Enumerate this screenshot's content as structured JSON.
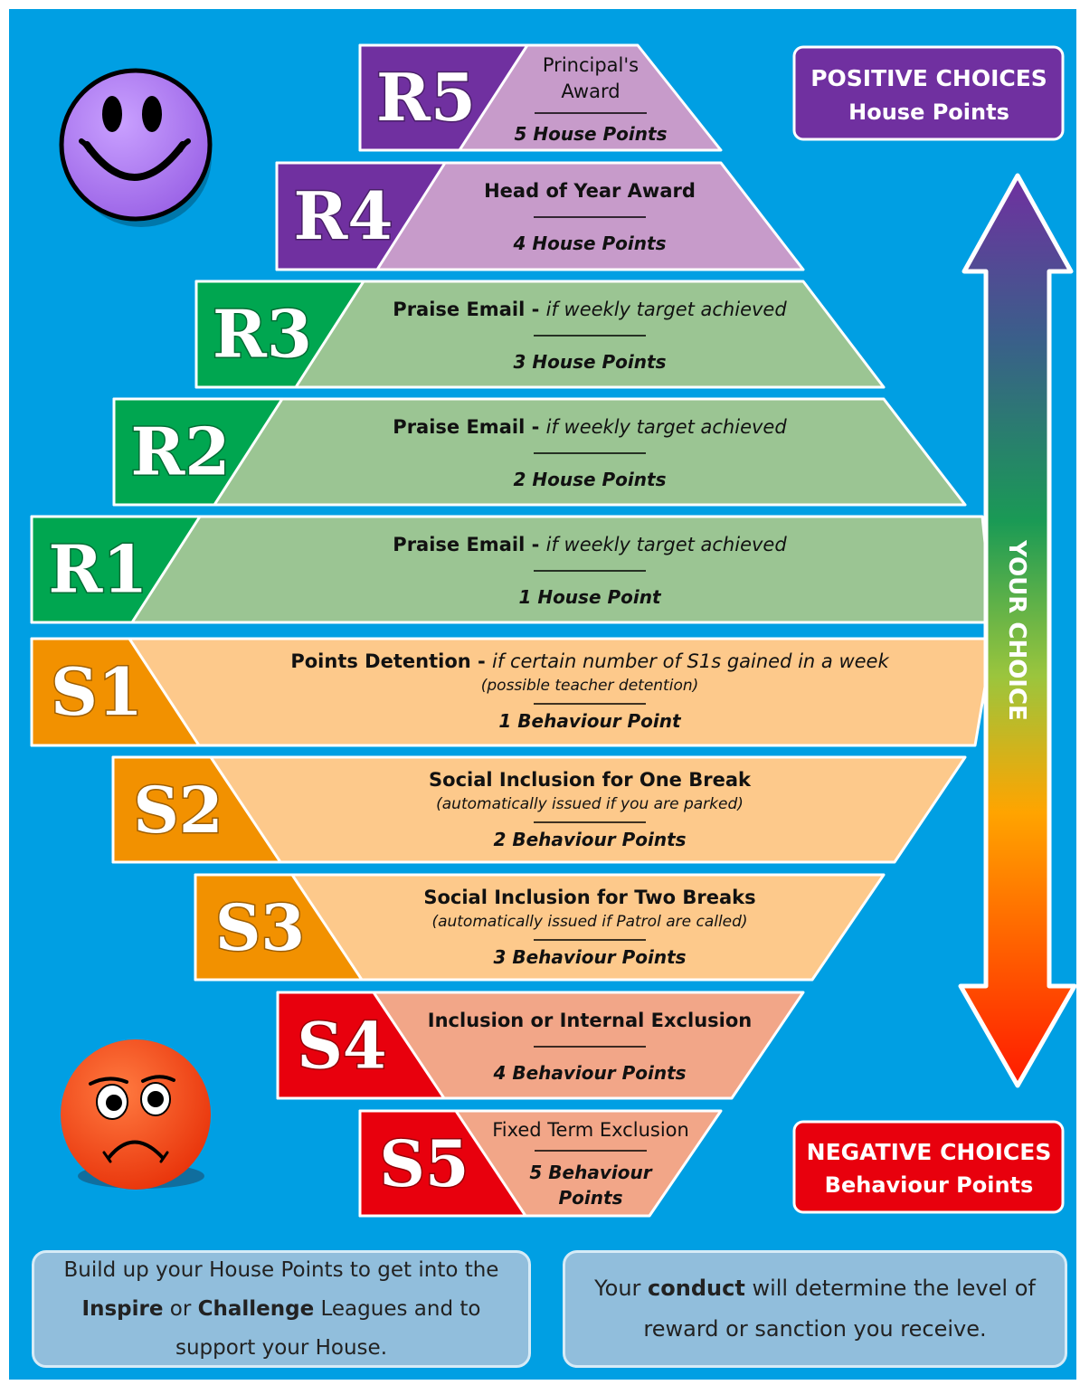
{
  "colors": {
    "background": "#009fe3",
    "reward_high": "#7030a0",
    "reward_high_fill": "#c79bca",
    "reward_low": "#00a650",
    "reward_low_fill": "#9bc593",
    "sanction_low": "#f29100",
    "sanction_low_fill": "#fdc98b",
    "sanction_high": "#e8000d",
    "sanction_high_fill": "#f2a688"
  },
  "badges": {
    "positive": {
      "line1": "POSITIVE CHOICES",
      "line2": "House Points"
    },
    "negative": {
      "line1": "NEGATIVE CHOICES",
      "line2": "Behaviour Points"
    }
  },
  "arrow_label": "YOUR CHOICE",
  "levels": [
    {
      "code": "R5",
      "title_lines": [
        "Principal's",
        "Award"
      ],
      "points": "5 House Points"
    },
    {
      "code": "R4",
      "title": "Head of Year Award",
      "points": "4 House Points"
    },
    {
      "code": "R3",
      "title": "Praise Email",
      "condition": "if weekly target achieved",
      "points": "3 House Points"
    },
    {
      "code": "R2",
      "title": "Praise Email",
      "condition": "if weekly target achieved",
      "points": "2 House Points"
    },
    {
      "code": "R1",
      "title": "Praise Email",
      "condition": "if weekly target achieved",
      "points": "1 House Point"
    },
    {
      "code": "S1",
      "title": "Points Detention",
      "condition": "if certain number of S1s gained in a week",
      "subtitle": "(possible teacher detention)",
      "points": "1 Behaviour Point"
    },
    {
      "code": "S2",
      "title": "Social Inclusion for One Break",
      "subtitle": "(automatically issued if you are parked)",
      "points": "2 Behaviour Points"
    },
    {
      "code": "S3",
      "title": "Social Inclusion for Two Breaks",
      "subtitle": "(automatically issued if Patrol are called)",
      "points": "3 Behaviour Points"
    },
    {
      "code": "S4",
      "title": "Inclusion or Internal Exclusion",
      "points": "4 Behaviour Points"
    },
    {
      "code": "S5",
      "title": "Fixed Term Exclusion",
      "points_lines": [
        "5 Behaviour",
        "Points"
      ]
    }
  ],
  "footer": {
    "left": {
      "p1": "Build up your House Points to get into the",
      "b1": "Inspire",
      "p2": " or ",
      "b2": "Challenge",
      "p3": " Leagues and to",
      "p4": "support your House."
    },
    "right": {
      "p1": "Your ",
      "b1": "conduct",
      "p2": " will determine the level of",
      "p3": "reward or sanction you receive."
    }
  }
}
